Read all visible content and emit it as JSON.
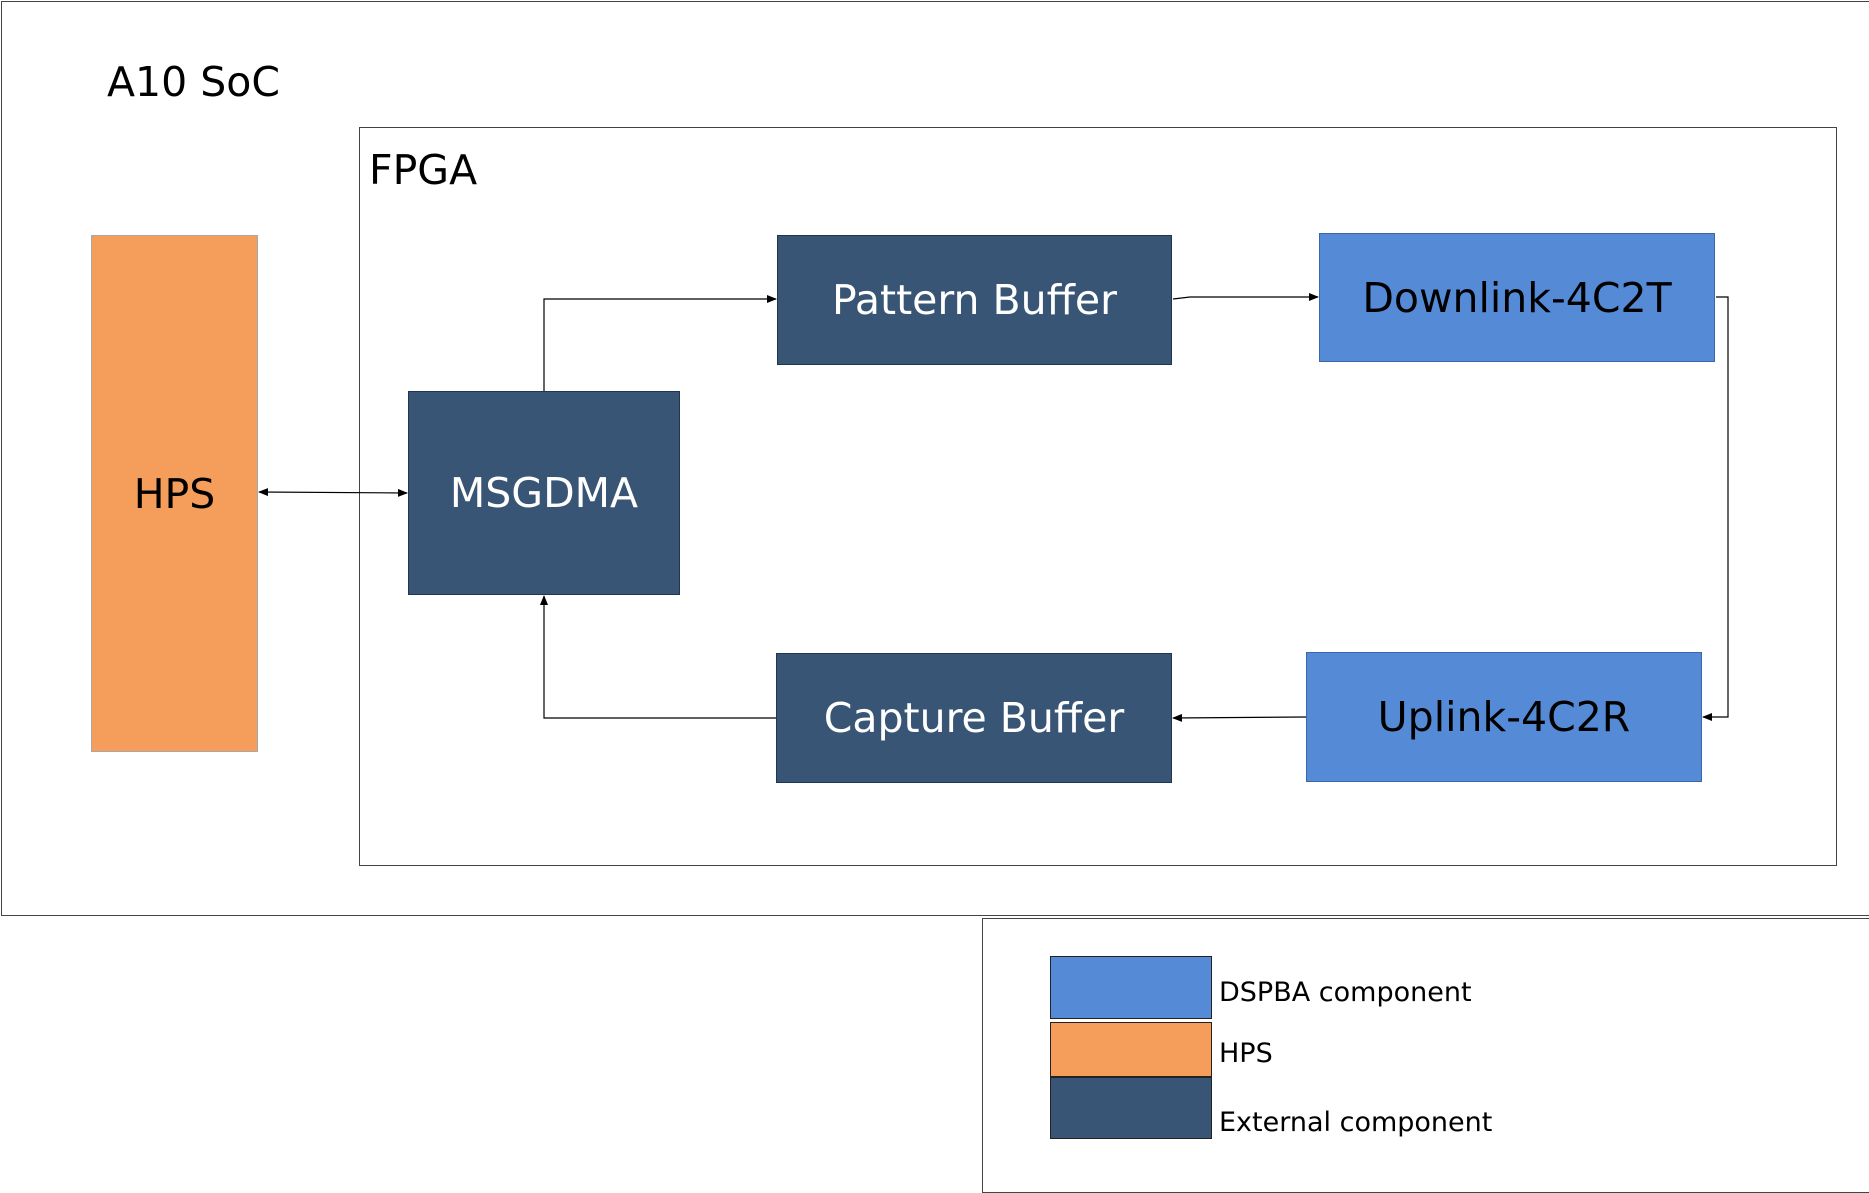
{
  "soc": {
    "label": "A10 SoC"
  },
  "fpga": {
    "label": "FPGA"
  },
  "blocks": {
    "hps": "HPS",
    "msgdma": "MSGDMA",
    "pattern_buffer": "Pattern Buffer",
    "downlink": "Downlink-4C2T",
    "uplink": "Uplink-4C2R",
    "capture_buffer": "Capture Buffer"
  },
  "legend": {
    "items": [
      {
        "label": "DSPBA component",
        "color": "#558ad6"
      },
      {
        "label": "HPS",
        "color": "#f59d5a"
      },
      {
        "label": "External component",
        "color": "#385576"
      }
    ]
  },
  "colors": {
    "external": "#385576",
    "dspba": "#558ad6",
    "hps": "#f59d5a"
  }
}
